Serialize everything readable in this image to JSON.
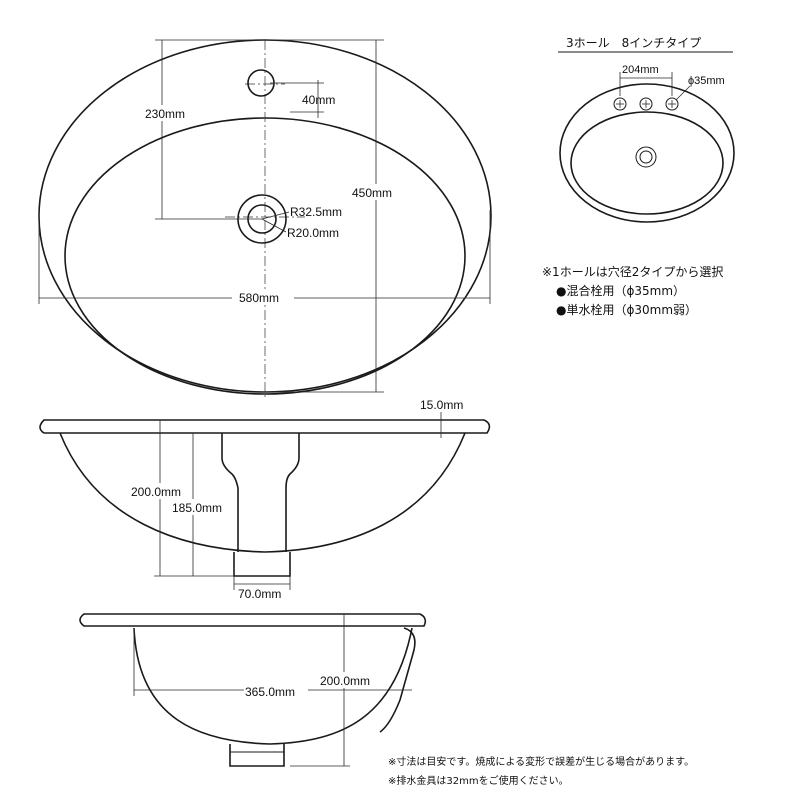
{
  "top_view": {
    "dim_width": "580mm",
    "dim_depth": "450mm",
    "dim_faucet_offset": "230mm",
    "dim_hole_offset": "40mm",
    "dim_drain_outer": "R32.5mm",
    "dim_drain_inner": "R20.0mm"
  },
  "three_hole": {
    "title": "3ホール　8インチタイプ",
    "dim_spacing": "204mm",
    "dim_hole": "ϕ35mm"
  },
  "one_hole_note": {
    "heading": "※1ホールは穴径2タイプから選択",
    "option_1": "●混合栓用（ϕ35mm）",
    "option_2": "●単水栓用（ϕ30mm弱）"
  },
  "side_view": {
    "dim_rim": "15.0mm",
    "dim_total_height": "200.0mm",
    "dim_bowl_height": "185.0mm",
    "dim_drain_width": "70.0mm"
  },
  "front_view": {
    "dim_height": "200.0mm",
    "dim_bowl_width": "365.0mm"
  },
  "footnotes": {
    "line_1": "※寸法は目安です。焼成による変形で誤差が生じる場合があります。",
    "line_2": "※排水金具は32mmをご使用ください。"
  }
}
